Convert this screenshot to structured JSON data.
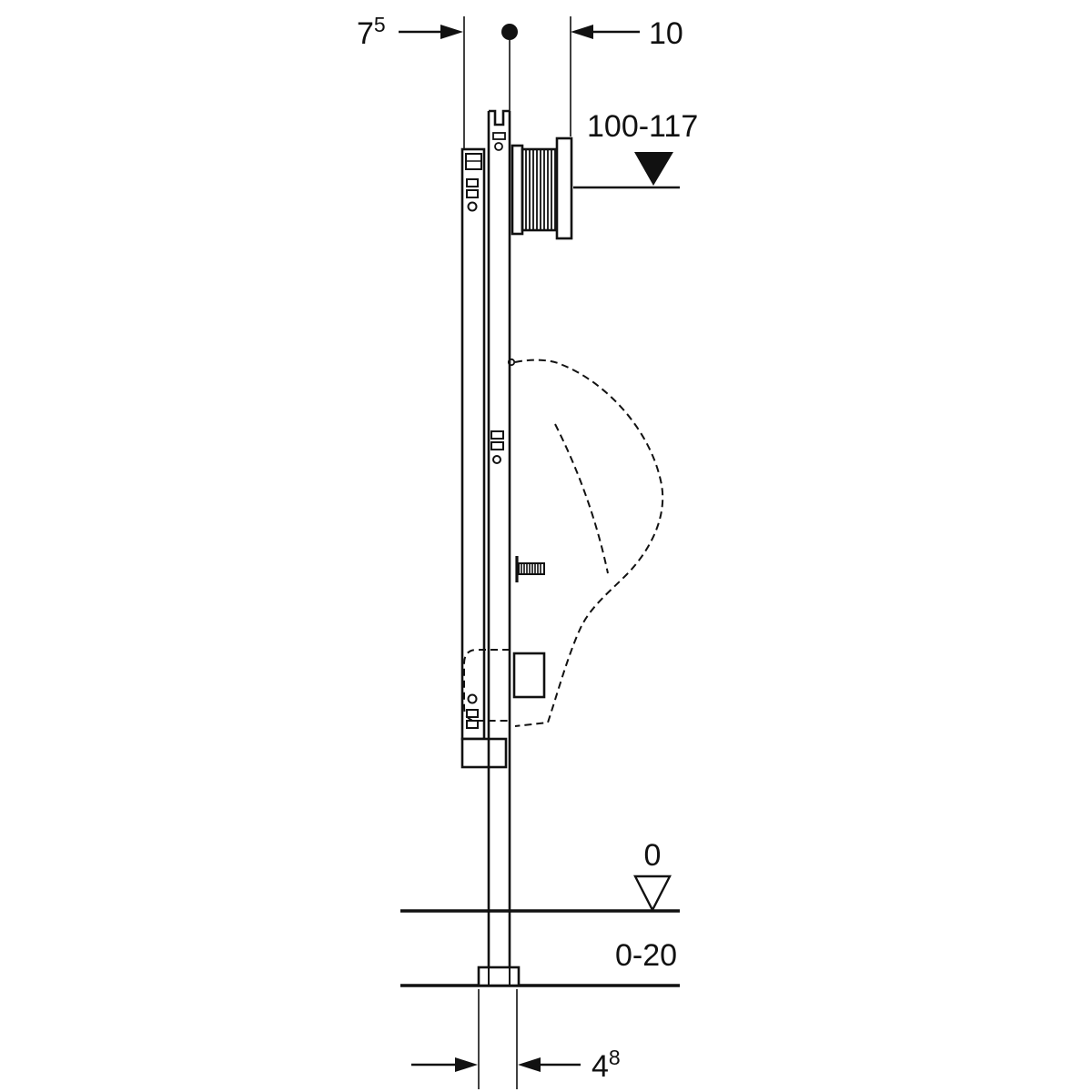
{
  "colors": {
    "line": "#111111",
    "background": "#ffffff"
  },
  "dimensions": {
    "frame_depth": {
      "value": "7",
      "sup": "5"
    },
    "offset_right": "10",
    "installation_height": "100-117",
    "finished_floor_level": "0",
    "floor_adjustment_range": "0-20",
    "foot_depth": {
      "value": "4",
      "sup": "8"
    }
  }
}
